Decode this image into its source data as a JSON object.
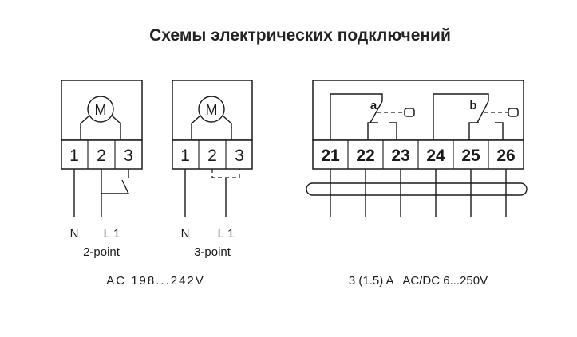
{
  "title": "Схемы электрических подключений",
  "motor_symbol": "M",
  "two_point": {
    "terminals": [
      "1",
      "2",
      "3"
    ],
    "wire_n": "N",
    "wire_l": "L1",
    "mode": "2-point"
  },
  "three_point": {
    "terminals": [
      "1",
      "2",
      "3"
    ],
    "wire_n": "N",
    "wire_l": "L1",
    "mode": "3-point"
  },
  "supply_voltage": "AC 198...242V",
  "aux_switches": {
    "terminals": [
      "21",
      "22",
      "23",
      "24",
      "25",
      "26"
    ],
    "contact_a": "a",
    "contact_b": "b",
    "rating": "3 (1.5) A   AC/DC 6...250V"
  }
}
